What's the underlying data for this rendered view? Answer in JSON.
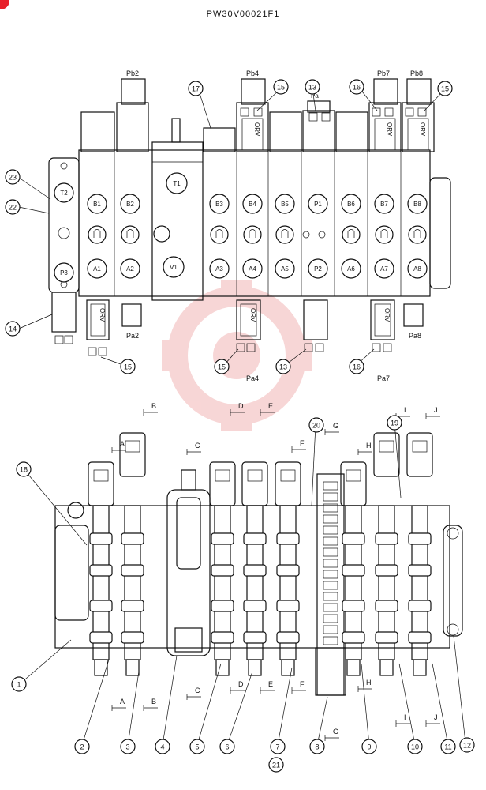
{
  "document": {
    "code": "PW30V00021F1",
    "brand_color": "#e8202a",
    "watermark_color": "#f2b5b5"
  },
  "top_view": {
    "port_labels": [
      "Pb2",
      "Pb4",
      "Pa",
      "Pb7",
      "Pb8",
      "Pa2",
      "Pa4",
      "Pa7",
      "Pa8"
    ],
    "spool_caps": [
      "T2",
      "P3",
      "B1",
      "A1",
      "B2",
      "A2",
      "T1",
      "V1",
      "B3",
      "A3",
      "B4",
      "A4",
      "B5",
      "A5",
      "P1",
      "P2",
      "B6",
      "A6",
      "B7",
      "A7",
      "B8",
      "A8"
    ],
    "orv_label": "ORV",
    "callouts": [
      "17",
      "15",
      "13",
      "16",
      "15",
      "23",
      "22",
      "14",
      "15",
      "15",
      "13",
      "16"
    ]
  },
  "side_view": {
    "section_letters": [
      "A",
      "B",
      "C",
      "D",
      "E",
      "F",
      "G",
      "H",
      "I",
      "J"
    ],
    "callouts": [
      "18",
      "19",
      "20",
      "1",
      "2",
      "3",
      "4",
      "5",
      "6",
      "7",
      "21",
      "8",
      "9",
      "10",
      "11",
      "12"
    ]
  }
}
